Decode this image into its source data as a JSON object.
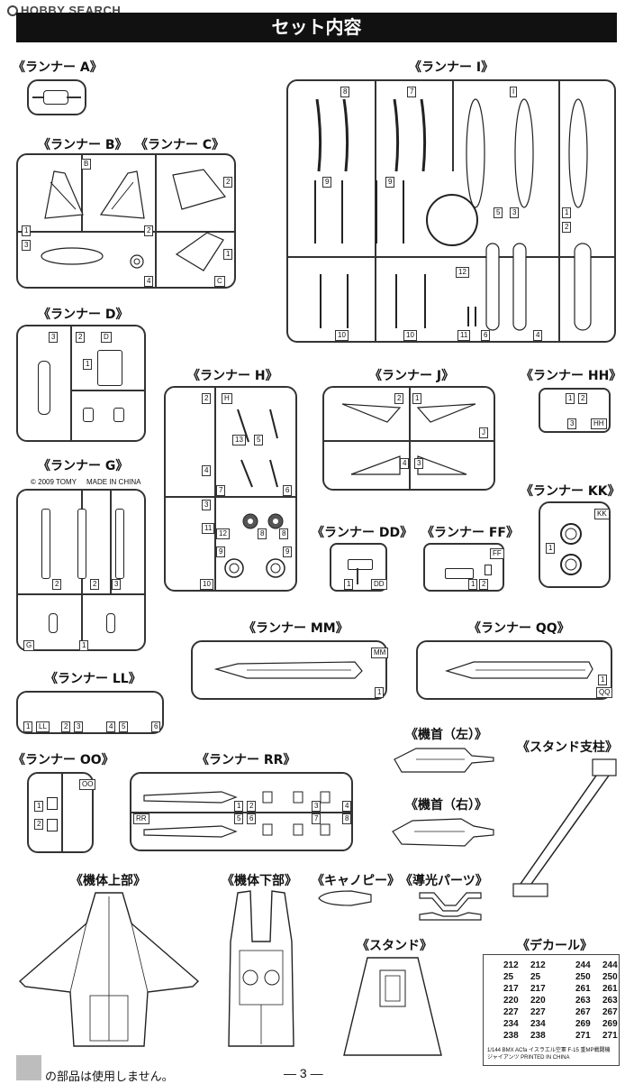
{
  "watermark": "HOBBY SEARCH",
  "header": {
    "title": "セット内容"
  },
  "runners": {
    "a": "《ランナー A》",
    "b": "《ランナー B》",
    "c": "《ランナー C》",
    "d": "《ランナー D》",
    "g": "《ランナー G》",
    "h": "《ランナー H》",
    "i": "《ランナー I》",
    "j": "《ランナー J》",
    "hh": "《ランナー HH》",
    "kk": "《ランナー KK》",
    "dd": "《ランナー DD》",
    "ff": "《ランナー FF》",
    "ll": "《ランナー LL》",
    "mm": "《ランナー MM》",
    "qq": "《ランナー QQ》",
    "oo": "《ランナー OO》",
    "rr": "《ランナー RR》"
  },
  "parts": {
    "nose_left": "《機首（左）》",
    "nose_right": "《機首（右）》",
    "stand_pole": "《スタンド支柱》",
    "upper_body": "《機体上部》",
    "lower_body": "《機体下部》",
    "canopy": "《キャノピー》",
    "light_guide": "《導光パーツ》",
    "stand": "《スタンド》",
    "decal": "《デカール》"
  },
  "runner_g_text": {
    "copyright": "© 2009 TOMY",
    "made_in": "MADE IN CHINA"
  },
  "decal": {
    "rows": [
      [
        "212",
        "212",
        "244",
        "244"
      ],
      [
        "25",
        "25",
        "250",
        "250"
      ],
      [
        "217",
        "217",
        "261",
        "261"
      ],
      [
        "220",
        "220",
        "263",
        "263"
      ],
      [
        "227",
        "227",
        "267",
        "267"
      ],
      [
        "234",
        "234",
        "269",
        "269"
      ],
      [
        "238",
        "238",
        "271",
        "271"
      ]
    ],
    "footer": "1/144  BMX  ACfa  イスラエル空軍  F-15  重MP戦闘機  ジャイアンツ  PRINTED IN CHINA"
  },
  "footer": {
    "note": "の部品は使用しません。",
    "page": "— 3 —"
  }
}
